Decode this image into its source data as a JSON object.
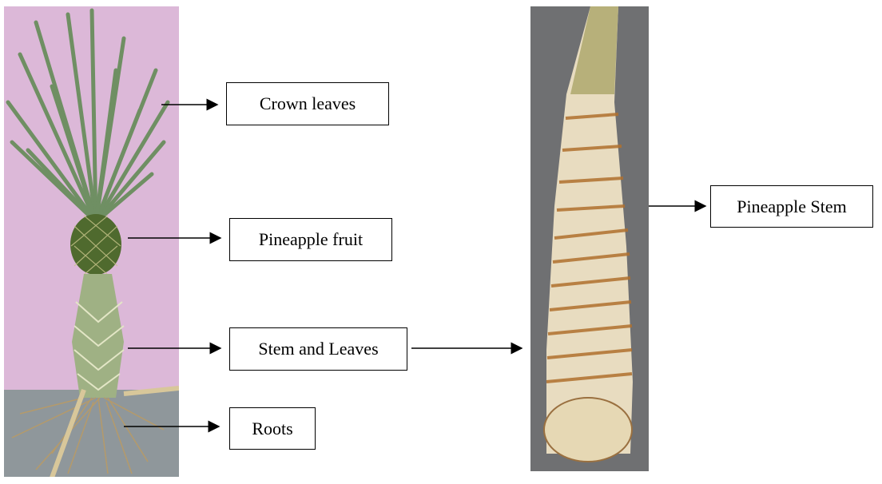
{
  "labels": {
    "crown_leaves": "Crown leaves",
    "pineapple_fruit": "Pineapple fruit",
    "stem_and_leaves": "Stem and Leaves",
    "roots": "Roots",
    "pineapple_stem": "Pineapple Stem"
  }
}
